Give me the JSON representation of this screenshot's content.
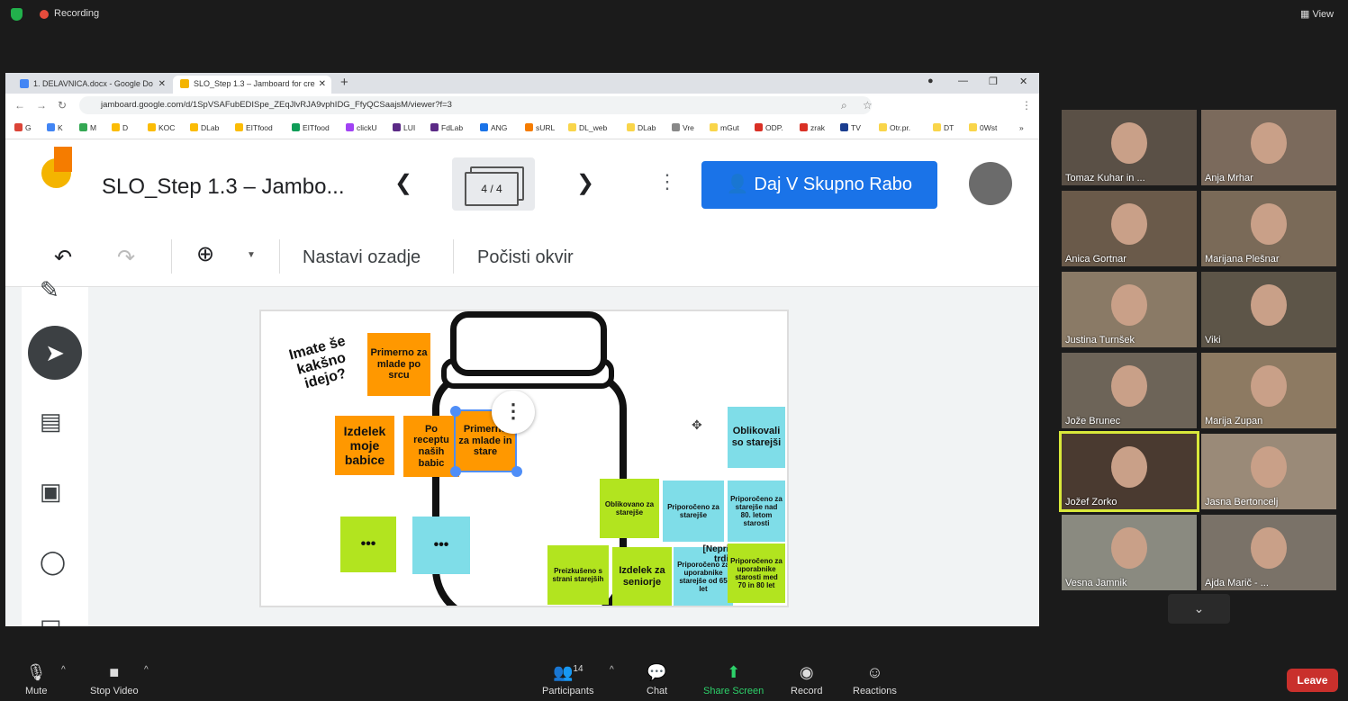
{
  "zoom": {
    "recording_label": "Recording",
    "view_label": "View",
    "bottom": {
      "mute": "Mute",
      "stop_video": "Stop Video",
      "participants": "Participants",
      "participant_count": "14",
      "chat": "Chat",
      "share_screen": "Share Screen",
      "record": "Record",
      "reactions": "Reactions",
      "leave": "Leave"
    },
    "participants": [
      {
        "name": "Tomaz Kuhar in ..."
      },
      {
        "name": "Anja Mrhar"
      },
      {
        "name": "Anica Gortnar"
      },
      {
        "name": "Marijana Plešnar"
      },
      {
        "name": "Justina Turnšek"
      },
      {
        "name": "Viki"
      },
      {
        "name": "Jože Brunec"
      },
      {
        "name": "Marija Zupan"
      },
      {
        "name": "Jožef Zorko"
      },
      {
        "name": "Jasna Bertoncelj"
      },
      {
        "name": "Vesna Jamnik"
      },
      {
        "name": "Ajda Marič - ..."
      }
    ]
  },
  "browser": {
    "tabs": [
      {
        "title": "1. DELAVNICA.docx - Google Do"
      },
      {
        "title": "SLO_Step 1.3 – Jamboard for cre"
      }
    ],
    "url": "jamboard.google.com/d/1SpVSAFubEDISpe_ZEqJlvRJA9vphIDG_FfyQCSaajsM/viewer?f=3",
    "bookmarks": [
      "G",
      "K",
      "M",
      "D",
      "KOC",
      "DLab",
      "EITfood",
      "EITfood",
      "clickU",
      "LUI",
      "FdLab",
      "ANG",
      "sURL",
      "DL_web",
      "DLab",
      "Vre",
      "mGut",
      "ODP.",
      "zrak",
      "TV",
      "Otr.pr.",
      "DT",
      "0Wst"
    ]
  },
  "jamboard": {
    "title": "SLO_Step 1.3 – Jambo...",
    "frame_counter": "4 / 4",
    "share_label": "Daj V Skupno Rabo",
    "toolbar": {
      "set_background": "Nastavi ozadje",
      "clear_frame": "Počisti okvir"
    },
    "handwriting": "Imate še kakšno idejo?",
    "stickies": {
      "s1": "Primerno za mlade po srcu",
      "s2": "Izdelek moje babice",
      "s3": "Po receptu naših babic",
      "s4": "Primerno za mlade in stare",
      "s5": "•••",
      "s6": "•••",
      "s7": "Oblikovali so starejši",
      "s8": "Oblikovano za starejše",
      "s9": "Priporočeno za starejše",
      "s10": "Priporočeno za starejše nad 80. letom starosti",
      "s11": "Preizkušeno s strani starejših",
      "s12": "Izdelek za seniorje",
      "s13": "Priporočeno za uporabnike starejše od 65 let",
      "s14": "[Neprimerne trditve]",
      "s15": "Priporočeno za uporabnike starosti med 70 in 80 let"
    },
    "sticky_menu": "⋮"
  },
  "colors": {
    "jamboard_blue": "#1a73e8",
    "sticky_orange": "#ff9800",
    "sticky_green": "#b2e41f",
    "sticky_cyan": "#7fdde8",
    "zoom_leave": "#c9302c",
    "share_green": "#2dd16a"
  }
}
